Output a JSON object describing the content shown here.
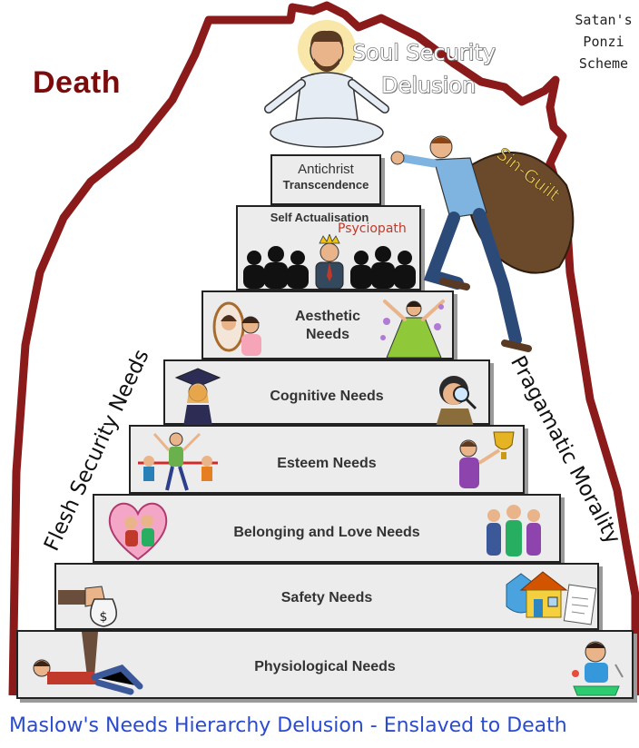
{
  "corner_label": "Death",
  "corner_note_lines": [
    "Satan's",
    "Ponzi",
    "Scheme"
  ],
  "soul_lines": [
    "Soul Security",
    "Delusion"
  ],
  "side_left": "Flesh Security Needs",
  "side_right": "Pragamatic Morality",
  "sack_label": "Sin-Guilt",
  "psychopath_label": "Psyciopath",
  "caption": "Maslow's Needs Hierarchy Delusion - Enslaved to Death",
  "tiers": [
    {
      "lines": [
        "Antichrist",
        "Transcendence"
      ]
    },
    {
      "lines": [
        "Self Actualisation"
      ]
    },
    {
      "lines": [
        "Aesthetic",
        "Needs"
      ]
    },
    {
      "lines": [
        "Cognitive Needs"
      ]
    },
    {
      "lines": [
        "Esteem Needs"
      ]
    },
    {
      "lines": [
        "Belonging and Love Needs"
      ]
    },
    {
      "lines": [
        "Safety Needs"
      ]
    },
    {
      "lines": [
        "Physiological Needs"
      ]
    }
  ],
  "colors": {
    "outline": "#8b1a1a",
    "death_text": "#7a0c0c",
    "caption_text": "#2a4bd0",
    "tier_fill": "#ececec",
    "psychopath_text": "#c0392b"
  }
}
